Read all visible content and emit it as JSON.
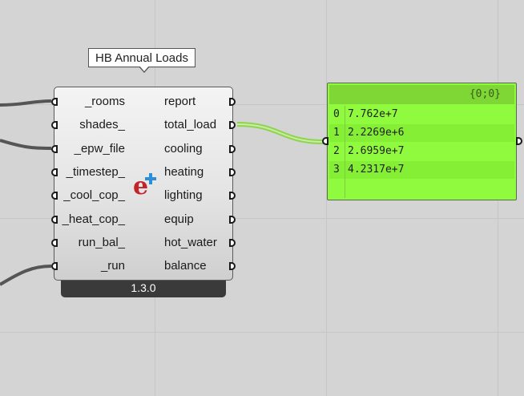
{
  "component": {
    "tooltip": "HB Annual Loads",
    "version": "1.3.0",
    "inputs": [
      "_rooms",
      "shades_",
      "_epw_file",
      "_timestep_",
      "_cool_cop_",
      "_heat_cop_",
      "run_bal_",
      "_run"
    ],
    "outputs": [
      "report",
      "total_load",
      "cooling",
      "heating",
      "lighting",
      "equip",
      "hot_water",
      "balance"
    ],
    "icon": "energyplus-icon"
  },
  "panel": {
    "path": "{0;0}",
    "rows": [
      {
        "index": "0",
        "value": "7.762e+7"
      },
      {
        "index": "1",
        "value": "2.2269e+6"
      },
      {
        "index": "2",
        "value": "2.6959e+7"
      },
      {
        "index": "3",
        "value": "4.2317e+7"
      }
    ]
  },
  "colors": {
    "canvas": "#d4d4d4",
    "panel": "#90fb3e",
    "wire": "#555555",
    "selected_wire": "#8fd34f"
  }
}
